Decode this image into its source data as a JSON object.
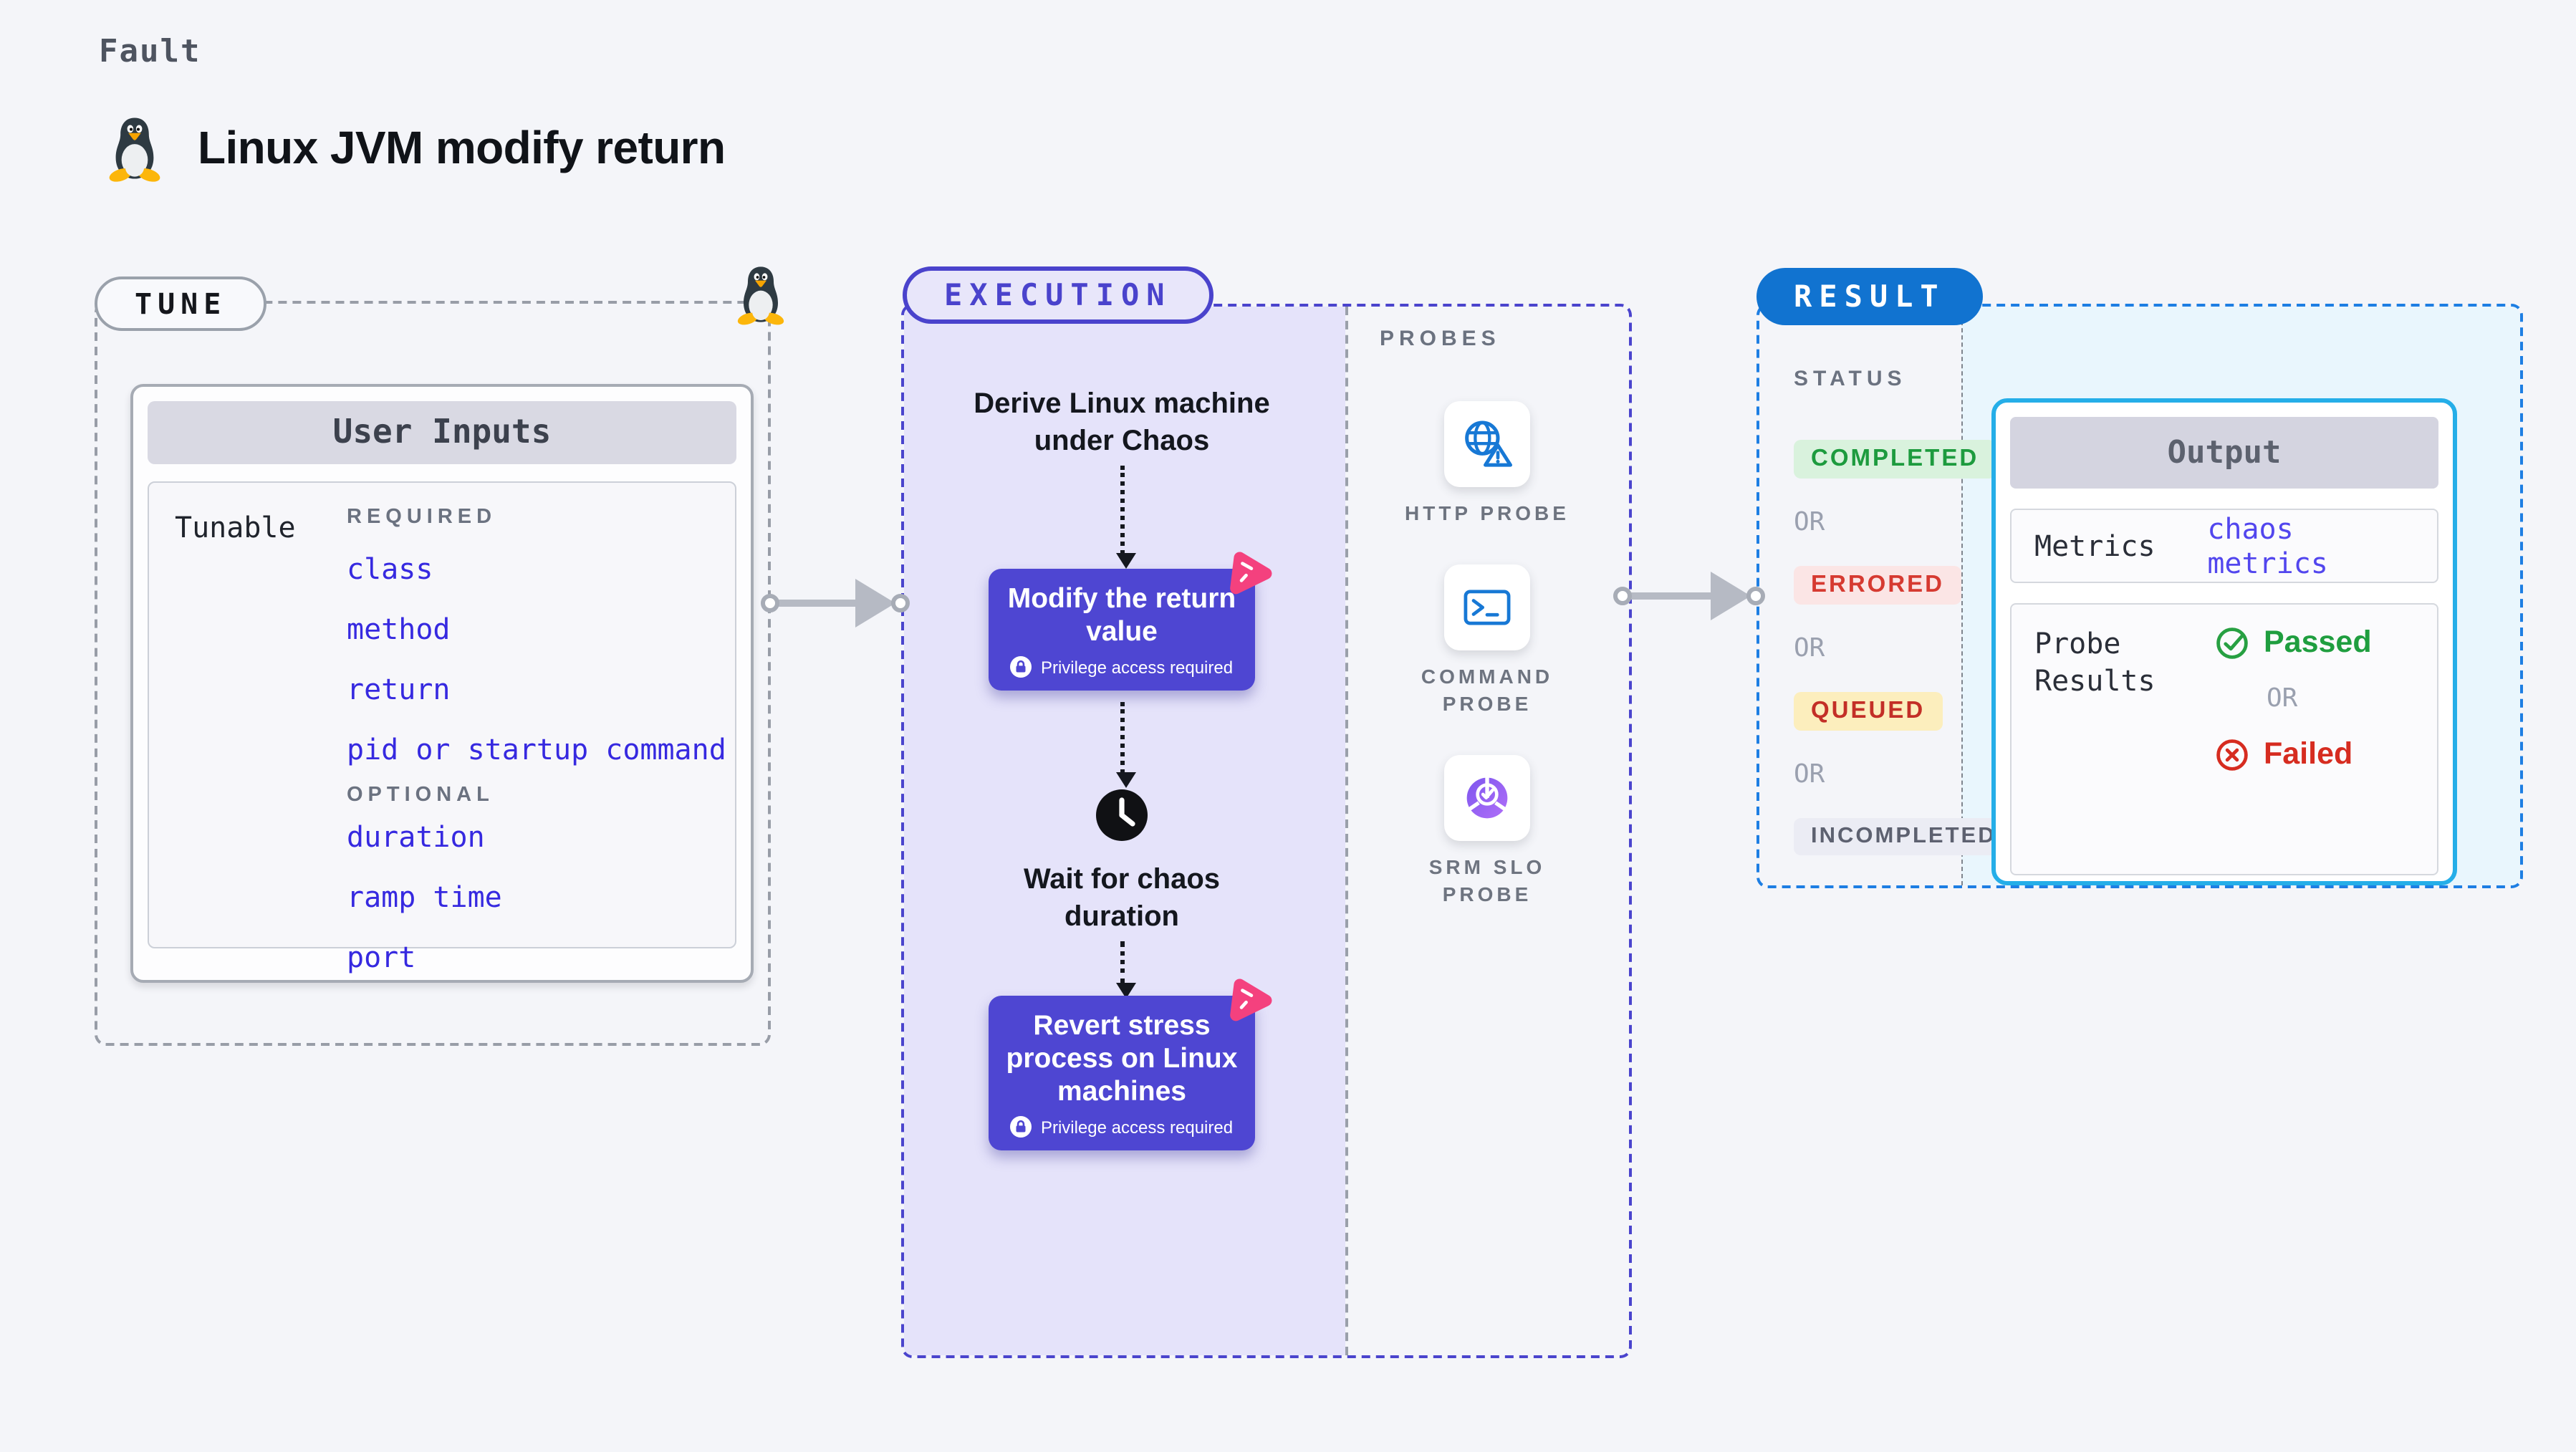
{
  "page": {
    "kind_label": "Fault",
    "title": "Linux JVM modify return"
  },
  "colors": {
    "page_bg": "#f4f5f9",
    "tune_border": "#989da7",
    "execution_accent": "#4a44cd",
    "execution_fill": "#e5e3fa",
    "step_box_purple": "#4e46d2",
    "chaos_logo_pink": "#f4417e",
    "tunable_item_blue": "#3629e0",
    "result_border_blue": "#1d7ee3",
    "result_badge_blue": "#1173d0",
    "output_border_cyan": "#25aee8",
    "output_fill_cyan": "#e9f6fd",
    "metrics_link_indigo": "#5246ee",
    "passed_green": "#1f9e3f",
    "failed_red": "#d62c20",
    "completed_badge": {
      "fg": "#1d9b3e",
      "bg": "#d9f2dd"
    },
    "errored_badge": {
      "fg": "#d63a31",
      "bg": "#fbe5e5"
    },
    "queued_badge": {
      "fg": "#c32f27",
      "bg": "#fceebd"
    },
    "incompleted_badge": {
      "fg": "#5d6170",
      "bg": "#ebecf4"
    }
  },
  "tune": {
    "badge": "TUNE",
    "table_header": "User Inputs",
    "row_label": "Tunable",
    "required_label": "REQUIRED",
    "optional_label": "OPTIONAL",
    "required_items": [
      "class",
      "method",
      "return",
      "pid or startup command"
    ],
    "optional_items": [
      "duration",
      "ramp time",
      "port"
    ]
  },
  "execution": {
    "badge": "EXECUTION",
    "step_derive": "Derive Linux machine under Chaos",
    "modify_box": {
      "title": "Modify the return value",
      "note": "Privilege access required"
    },
    "wait_label": "Wait for chaos duration",
    "revert_box": {
      "title": "Revert stress process on Linux machines",
      "note": "Privilege access required"
    },
    "probes": {
      "label": "PROBES",
      "items": [
        {
          "name": "http-probe",
          "label": "HTTP PROBE"
        },
        {
          "name": "command-probe",
          "label": "COMMAND PROBE"
        },
        {
          "name": "srm-slo-probe",
          "label": "SRM SLO PROBE"
        }
      ]
    }
  },
  "result": {
    "badge": "RESULT",
    "status_label": "STATUS",
    "or_label": "OR",
    "statuses": [
      {
        "label": "COMPLETED"
      },
      {
        "label": "ERRORED"
      },
      {
        "label": "QUEUED"
      },
      {
        "label": "INCOMPLETED"
      }
    ],
    "output": {
      "header": "Output",
      "metrics_label": "Metrics",
      "metrics_value": "chaos metrics",
      "probe_results_label": "Probe Results",
      "passed_label": "Passed",
      "or_label": "OR",
      "failed_label": "Failed"
    }
  }
}
